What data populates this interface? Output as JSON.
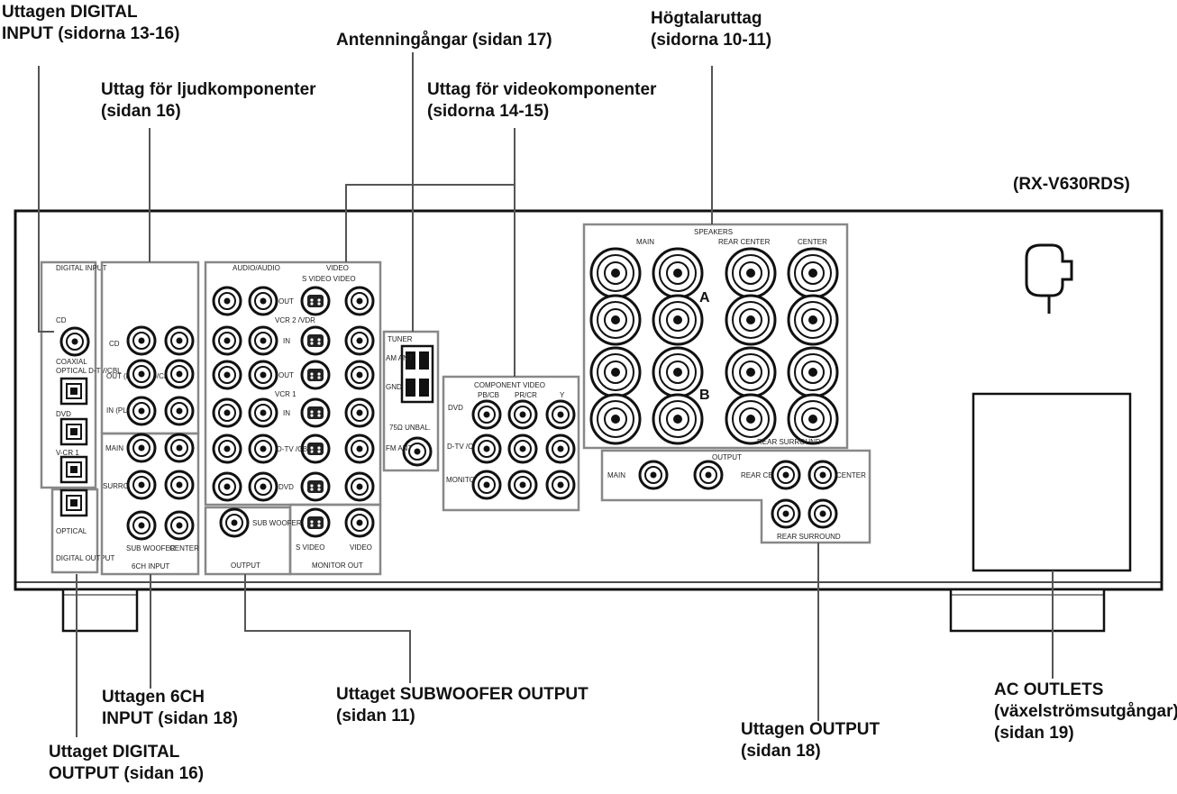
{
  "model": "(RX-V630RDS)",
  "callouts": {
    "digital_input": [
      "Uttagen DIGITAL",
      "INPUT (sidorna 13-16)"
    ],
    "audio_components": [
      "Uttag för ljudkomponenter",
      "(sidan 16)"
    ],
    "antenna": [
      "Antenningångar (sidan 17)"
    ],
    "video_components": [
      "Uttag för videokomponenter",
      "(sidorna 14-15)"
    ],
    "speakers": [
      "Högtalaruttag",
      "(sidorna 10-11)"
    ],
    "six_ch_input": [
      "Uttagen 6CH",
      "INPUT (sidan 18)"
    ],
    "subwoofer_output": [
      "Uttaget SUBWOOFER OUTPUT",
      "(sidan 11)"
    ],
    "digital_output": [
      "Uttaget DIGITAL",
      "OUTPUT (sidan 16)"
    ],
    "output": [
      "Uttagen OUTPUT",
      "(sidan 18)"
    ],
    "ac_outlets": [
      "AC OUTLETS",
      "(växelströmsutgångar)",
      "(sidan 19)"
    ]
  },
  "panel_labels": {
    "digital_input": "DIGITAL INPUT",
    "cd": "CD",
    "coaxial": "COAXIAL",
    "optical_tv_cbl": "OPTICAL D-TV/CBL",
    "dvd": "DVD",
    "vcr1": "V-CR 1",
    "digital_output": "DIGITAL OUTPUT",
    "optical": "OPTICAL",
    "audio_cd": "CD",
    "audio_out_rec": "OUT (REC) MD/CD-R",
    "audio_in_play": "IN (PLAY)",
    "main": "MAIN",
    "surround": "SURROUND",
    "sub_woofer": "SUB WOOFER",
    "center": "CENTER",
    "six_ch_input": "6CH INPUT",
    "sub_woofer_out": "SUB WOOFER",
    "output": "OUTPUT",
    "audio_audio": "AUDIO/AUDIO",
    "video": "VIDEO",
    "s_video_video": "S VIDEO VIDEO",
    "vcr2_vdr": "VCR 2 /VDR",
    "vcr1_label": "VCR 1",
    "in": "IN",
    "out": "OUT",
    "dtv_cbl": "D-TV /CBL",
    "dvd_label": "DVD",
    "s_video": "S VIDEO",
    "monitor_out": "MONITOR OUT",
    "tuner": "TUNER",
    "am_ant": "AM ANT",
    "gnd": "GND",
    "unbal": "75Ω UNBAL.",
    "fm_ant": "FM ANT",
    "component_video": "COMPONENT VIDEO",
    "pb_cb": "PB/CB",
    "pr_cr": "PR/CR",
    "y": "Y",
    "monitor_out_cv": "MONITOR OUT",
    "speakers": "SPEAKERS",
    "sp_main": "MAIN",
    "rear_center": "REAR CENTER",
    "sp_center": "CENTER",
    "a": "A",
    "b": "B",
    "rear_surround": "REAR SURROUND",
    "out_output": "OUTPUT",
    "out_main": "MAIN",
    "out_rear_center": "REAR CENTER",
    "out_center": "CENTER",
    "out_rear_surround": "REAR SURROUND"
  }
}
